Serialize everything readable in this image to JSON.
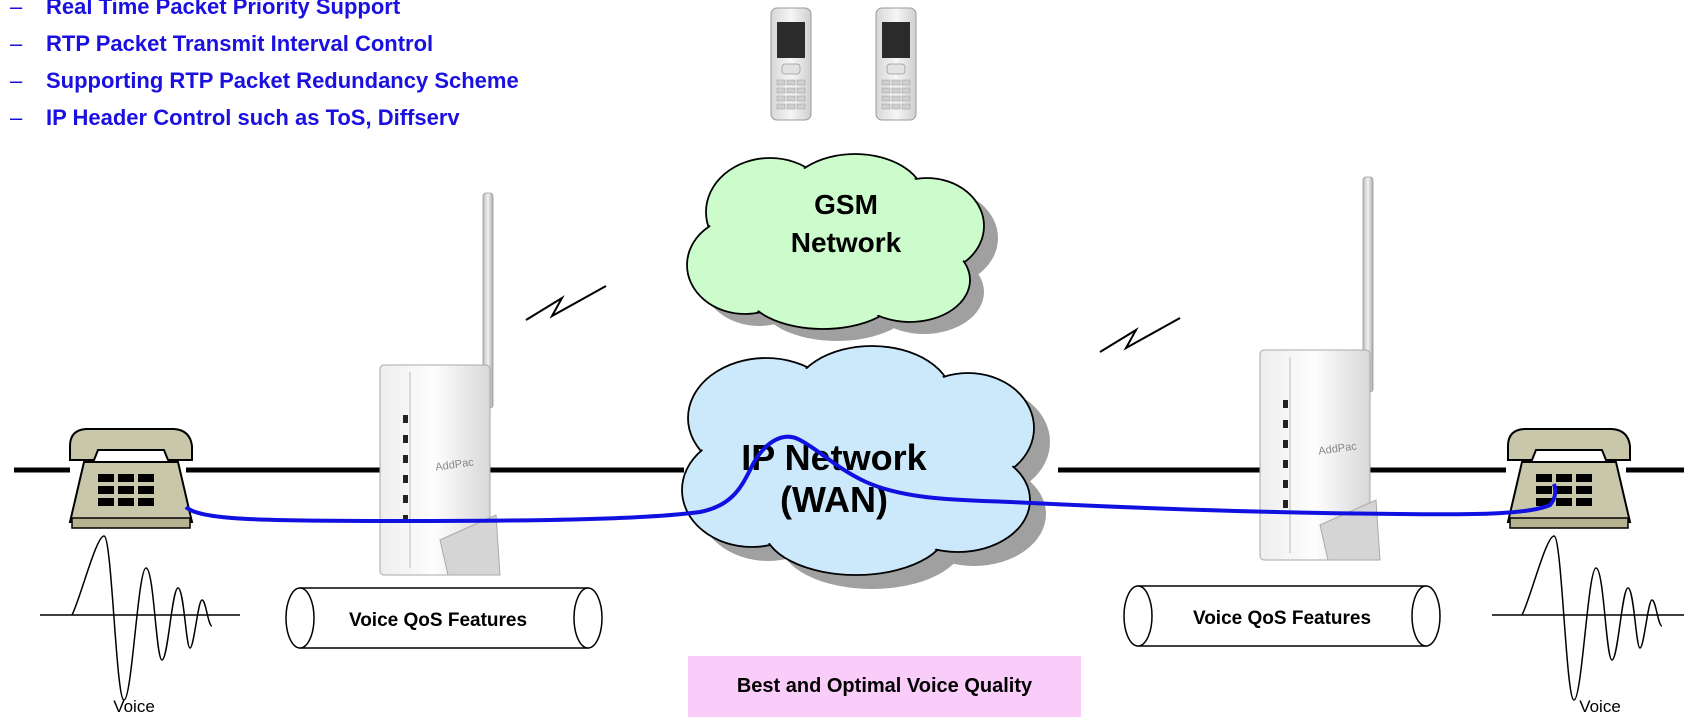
{
  "bullets": [
    "Real Time Packet Priority Support",
    "RTP Packet Transmit Interval Control",
    "Supporting RTP Packet Redundancy Scheme",
    "IP Header Control such as ToS, Diffserv"
  ],
  "bullet_marker": "–",
  "clouds": {
    "gsm": {
      "line1": "GSM",
      "line2": "Network"
    },
    "ip": {
      "line1": "IP Network",
      "line2": "(WAN)"
    }
  },
  "pipes": {
    "left": "Voice QoS Features",
    "right": "Voice QoS Features"
  },
  "voice_labels": {
    "left": "Voice",
    "right": "Voice"
  },
  "quality_banner": "Best and Optimal Voice Quality",
  "device_brand": "AddPac",
  "colors": {
    "bullet_text": "#1a10e0",
    "gsm_cloud": "#ccfccc",
    "ip_cloud": "#cce9fc",
    "cloud_shadow": "#a0a0a0",
    "voice_path": "#1010e0",
    "quality_banner": "#f9ccf9",
    "phone_body": "#c9c7a9"
  }
}
